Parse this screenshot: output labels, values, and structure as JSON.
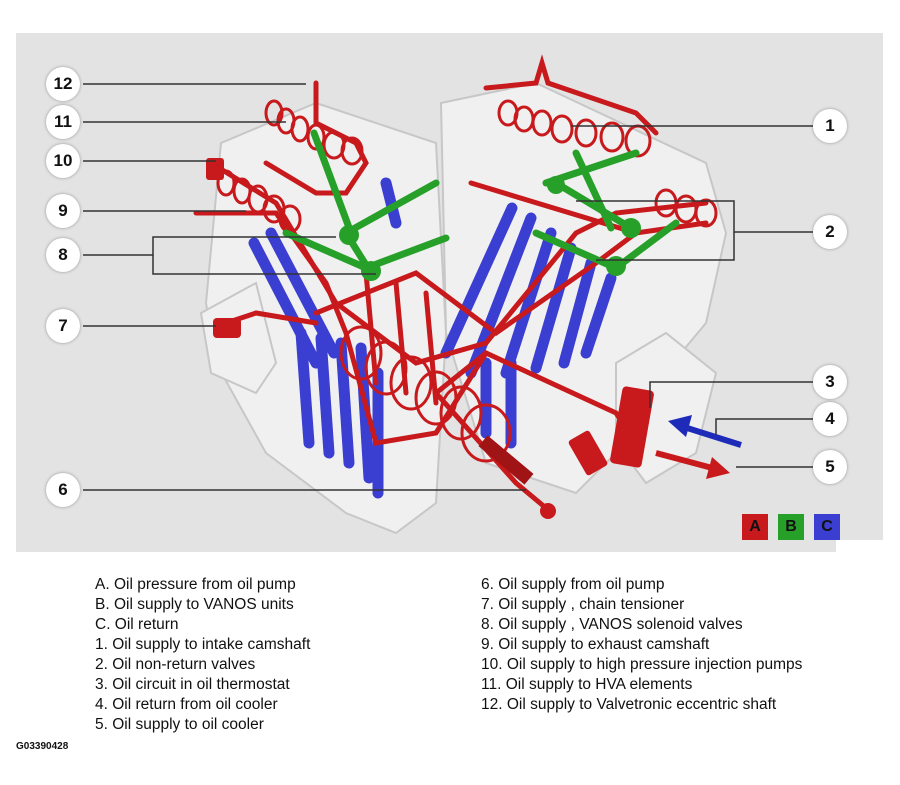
{
  "callouts": [
    "1",
    "2",
    "3",
    "4",
    "5",
    "6",
    "7",
    "8",
    "9",
    "10",
    "11",
    "12"
  ],
  "legend_boxes": [
    {
      "letter": "A",
      "color": "#c8191c"
    },
    {
      "letter": "B",
      "color": "#27a02a"
    },
    {
      "letter": "C",
      "color": "#3b3fd1"
    }
  ],
  "legend_left": [
    "A. Oil pressure from oil pump",
    "B. Oil supply to VANOS units",
    "C. Oil return",
    "1. Oil supply to intake camshaft",
    "2. Oil non-return valves",
    "3. Oil circuit in oil thermostat",
    "4. Oil return from oil cooler",
    "5. Oil supply to oil cooler"
  ],
  "legend_right": [
    "6. Oil supply from oil pump",
    "7. Oil supply , chain tensioner",
    "8. Oil supply , VANOS solenoid valves",
    "9. Oil supply to exhaust camshaft",
    "10. Oil supply to high pressure injection pumps",
    "11. Oil supply to HVA elements",
    "12. Oil supply to Valvetronic eccentric shaft"
  ],
  "figure_id": "G03390428"
}
